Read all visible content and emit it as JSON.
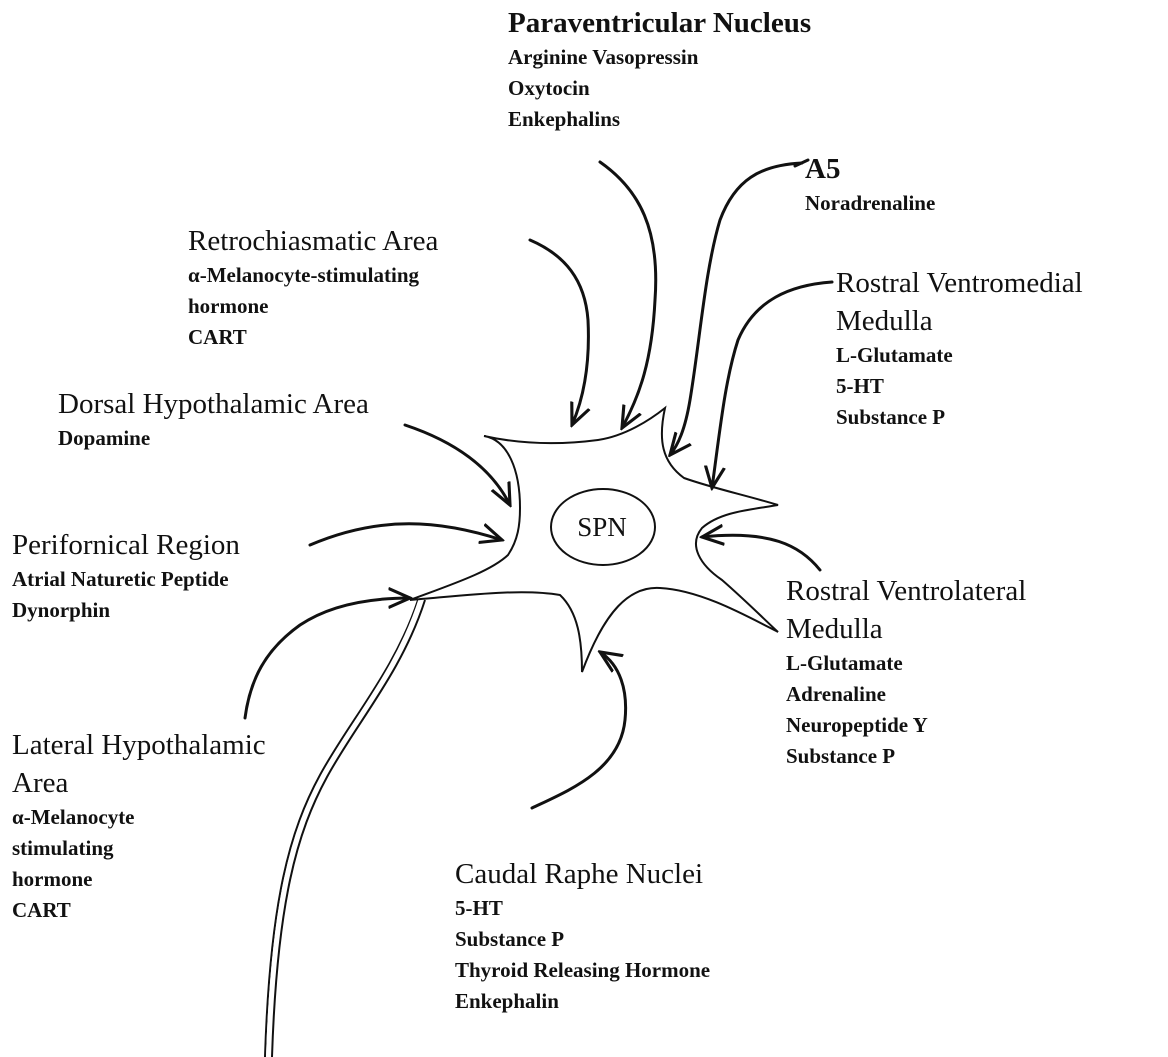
{
  "cell_label": "SPN",
  "inputs": [
    {
      "id": "pvn",
      "title": "Paraventricular Nucleus",
      "items": [
        "Arginine Vasopressin",
        "Oxytocin",
        "Enkephalins"
      ]
    },
    {
      "id": "a5",
      "title": "A5",
      "items": [
        "Noradrenaline"
      ]
    },
    {
      "id": "rca",
      "title": "Retrochiasmatic Area",
      "items": [
        "α-Melanocyte-stimulating",
        "hormone",
        "CART"
      ]
    },
    {
      "id": "rvmm",
      "title": "Rostral Ventromedial",
      "title2": "Medulla",
      "items": [
        "L-Glutamate",
        "5-HT",
        "Substance P"
      ]
    },
    {
      "id": "dha",
      "title": "Dorsal Hypothalamic Area",
      "items": [
        "Dopamine"
      ]
    },
    {
      "id": "pfr",
      "title": "Perifornical Region",
      "items": [
        "Atrial Naturetic Peptide",
        "Dynorphin"
      ]
    },
    {
      "id": "rvlm",
      "title": "Rostral Ventrolateral",
      "title2": "Medulla",
      "items": [
        "L-Glutamate",
        "Adrenaline",
        "Neuropeptide Y",
        "Substance P"
      ]
    },
    {
      "id": "lha",
      "title": "Lateral Hypothalamic",
      "title2": "Area",
      "items": [
        "α-Melanocyte",
        "stimulating",
        "hormone",
        "CART"
      ]
    },
    {
      "id": "crn",
      "title": "Caudal Raphe Nuclei",
      "items": [
        "5-HT",
        "Substance P",
        "Thyroid Releasing Hormone",
        "Enkephalin"
      ]
    }
  ]
}
